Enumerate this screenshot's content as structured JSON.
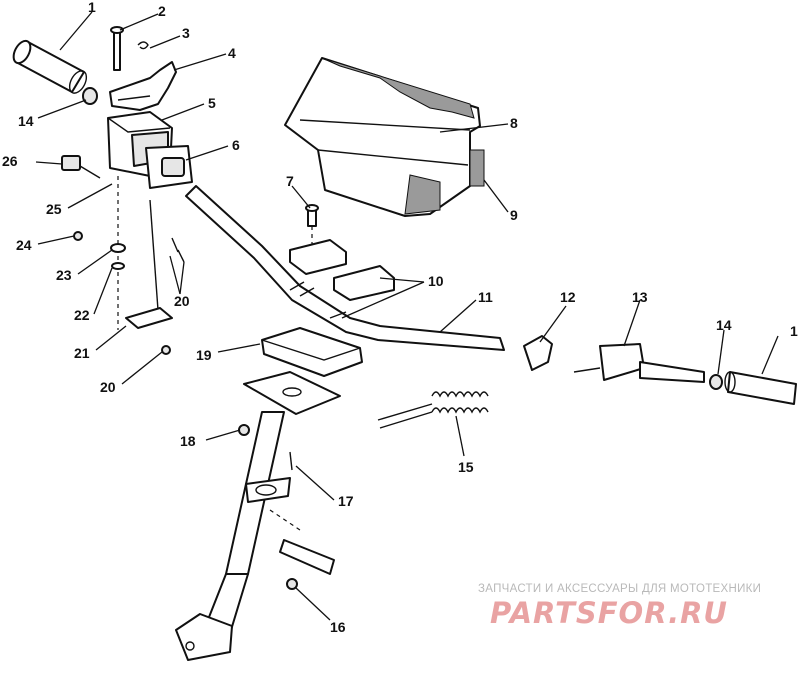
{
  "callouts": {
    "c1_left": "1",
    "c2": "2",
    "c3": "3",
    "c4": "4",
    "c5": "5",
    "c6": "6",
    "c7": "7",
    "c8": "8",
    "c9": "9",
    "c10": "10",
    "c11": "11",
    "c12": "12",
    "c13": "13",
    "c14_right": "14",
    "c1_right": "1",
    "c14_left": "14",
    "c15": "15",
    "c16": "16",
    "c17": "17",
    "c18": "18",
    "c19": "19",
    "c20_top": "20",
    "c20_bottom": "20",
    "c21": "21",
    "c22": "22",
    "c23": "23",
    "c24": "24",
    "c25": "25",
    "c26": "26"
  },
  "watermark": {
    "caption": "ЗАПЧАСТИ И АКСЕССУАРЫ ДЛЯ МОТОТЕХНИКИ",
    "brand": "PARTSFOR.RU",
    "color": "#e9a3a3"
  }
}
